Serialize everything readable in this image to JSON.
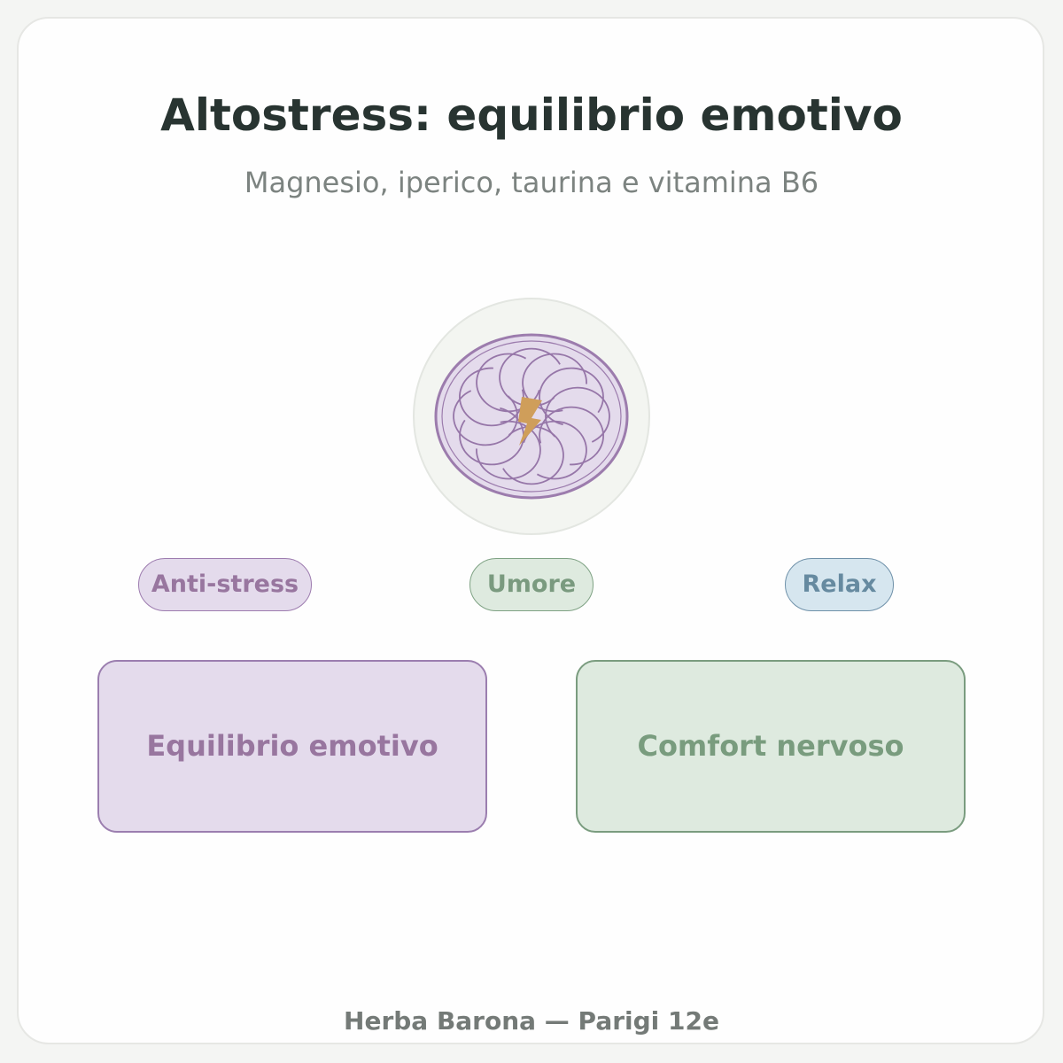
{
  "header": {
    "title": "Altostress: equilibrio emotivo",
    "subtitle": "Magnesio, iperico, taurina e vitamina B6"
  },
  "emblem": {
    "icon": "lightning-bolt-icon",
    "pattern": "floral-rosette",
    "colors": {
      "ring_fill": "#f3f5f1",
      "ring_stroke": "#e3e6e1",
      "disc_fill": "#e4dbec",
      "disc_stroke": "#9c7cad",
      "petal_stroke": "#9676a8",
      "bolt": "#cf9e5a"
    }
  },
  "tags": [
    {
      "label": "Anti-stress",
      "color": "#98769f"
    },
    {
      "label": "Umore",
      "color": "#7a9a7f"
    },
    {
      "label": "Relax",
      "color": "#668aa0"
    }
  ],
  "benefits": [
    {
      "label": "Equilibrio emotivo",
      "color": "#98769f"
    },
    {
      "label": "Comfort nervoso",
      "color": "#799c7e"
    }
  ],
  "footer": {
    "text": "Herba Barona — Parigi 12e"
  }
}
